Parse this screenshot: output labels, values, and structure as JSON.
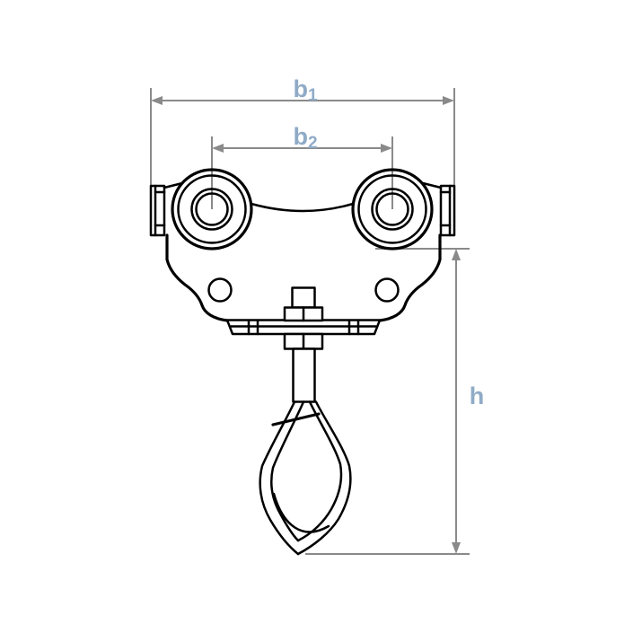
{
  "dimension_labels": {
    "b1": {
      "base": "b",
      "subscript": "1"
    },
    "b2": {
      "base": "b",
      "subscript": "2"
    },
    "h": {
      "base": "h",
      "subscript": ""
    }
  },
  "colors": {
    "drawing_line": "#000000",
    "dimension_line": "#8a8a8a",
    "dimension_label_text": "#8fabc7",
    "background": "#ffffff"
  }
}
